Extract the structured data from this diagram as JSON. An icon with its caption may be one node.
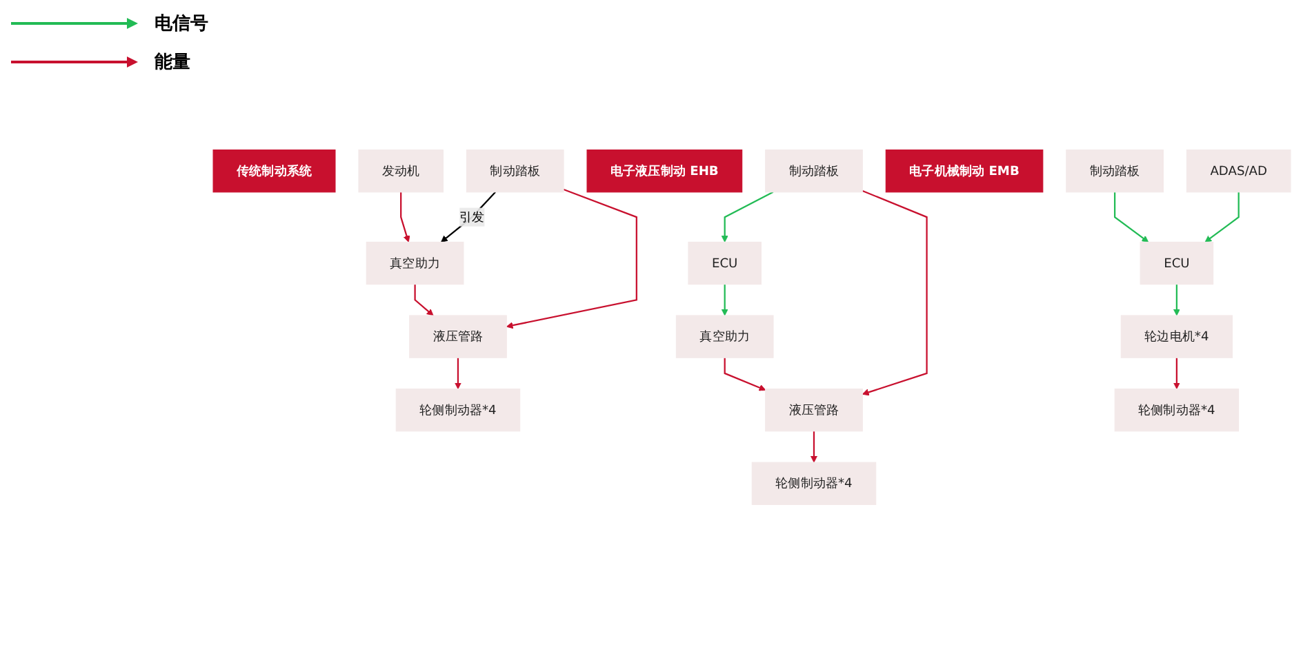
{
  "diagram": {
    "nodes": [
      {
        "text": [
          "传统制动系统"
        ]
      },
      {
        "text": [
          "发动机"
        ]
      },
      {
        "text": [
          "制动踏板"
        ]
      },
      {
        "text": [
          "真空助力"
        ]
      },
      {
        "text": [
          "液压管路"
        ]
      },
      {
        "text": [
          "轮侧制动器*4"
        ]
      },
      {
        "text": [
          "电子液压制动 EHB"
        ]
      },
      {
        "text": [
          "制动踏板"
        ]
      },
      {
        "text": [
          "ECU"
        ]
      },
      {
        "text": [
          "真空助力"
        ]
      },
      {
        "text": [
          "液压管路"
        ]
      },
      {
        "text": [
          "轮侧制动器*4"
        ]
      },
      {
        "text": [
          "电子机械制动 EMB"
        ]
      },
      {
        "text": [
          "制动踏板"
        ]
      },
      {
        "text": [
          "ADAS/AD"
        ]
      },
      {
        "text": [
          "ECU"
        ]
      },
      {
        "text": [
          "轮边电机*4"
        ]
      },
      {
        "text": [
          "轮侧制动器*4"
        ]
      }
    ],
    "edges": [
      {
        "from": 1,
        "to": 3,
        "arrow": "to"
      },
      {
        "from": 2,
        "to": 3,
        "arrow": "to",
        "label": "引发",
        "color": "#000000"
      },
      {
        "from": 2,
        "to": 4,
        "arrow": "to"
      },
      {
        "from": 3,
        "to": 4,
        "arrow": "to"
      },
      {
        "from": 4,
        "to": 5,
        "arrow": "to"
      },
      {
        "from": 7,
        "to": 8,
        "arrow": "to",
        "color": "#22bb55"
      },
      {
        "from": 7,
        "to": 10,
        "arrow": "to"
      },
      {
        "from": 8,
        "to": 9,
        "arrow": "to",
        "color": "#22bb55"
      },
      {
        "from": 9,
        "to": 10,
        "arrow": "to"
      },
      {
        "from": 10,
        "to": 11,
        "arrow": "to"
      },
      {
        "from": 13,
        "to": 15,
        "arrow": "to",
        "color": "#22bb55"
      },
      {
        "from": 14,
        "to": 15,
        "arrow": "to",
        "color": "#22bb55"
      },
      {
        "from": 15,
        "to": 16,
        "arrow": "to",
        "color": "#22bb55"
      },
      {
        "from": 16,
        "to": 17,
        "arrow": "to"
      }
    ],
    "legend": [
      {
        "text": "电信号"
      },
      {
        "text": "能量"
      }
    ]
  }
}
